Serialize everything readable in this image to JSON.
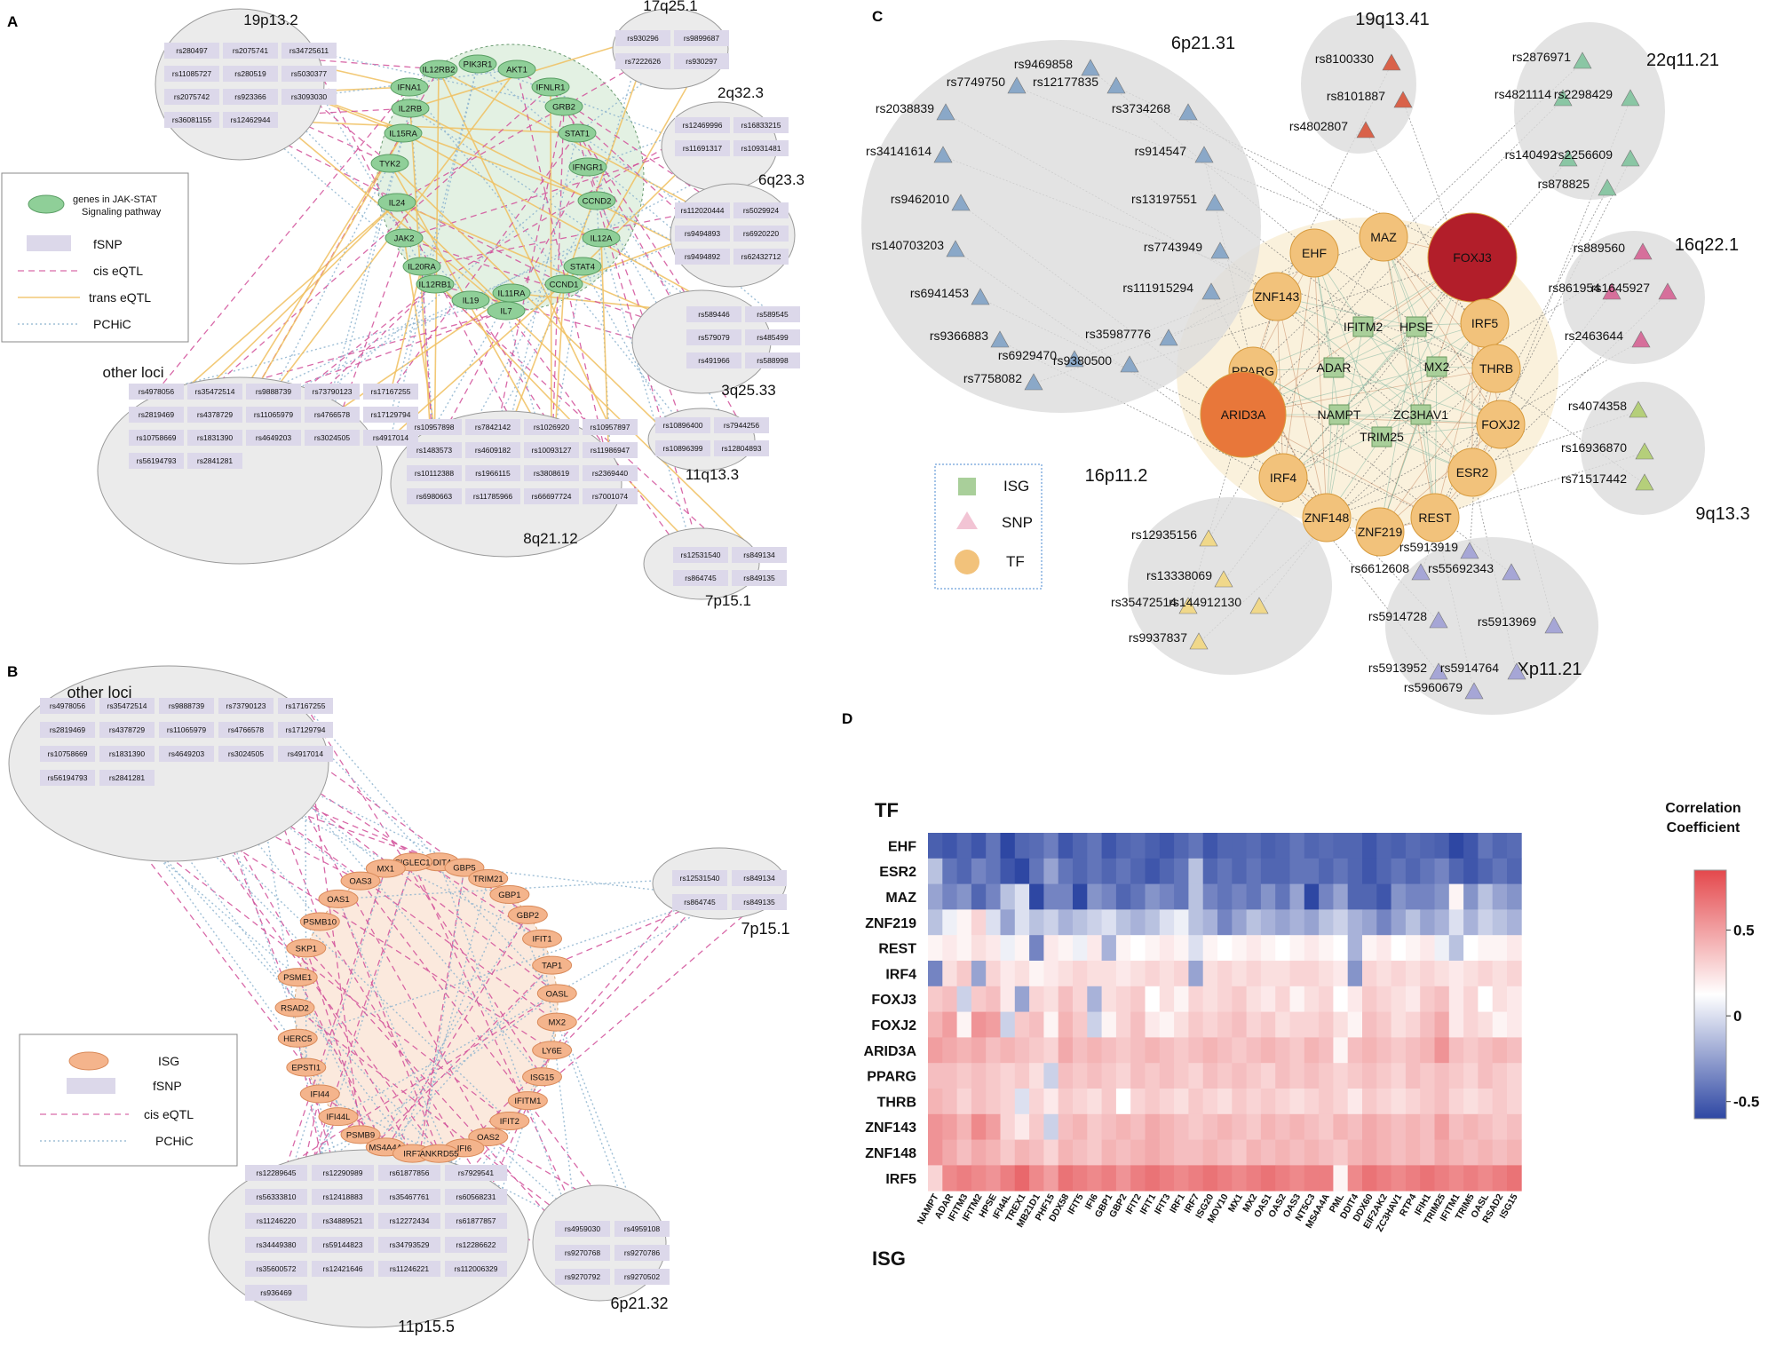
{
  "colors": {
    "jak_node": "#8fcf98",
    "jak_stroke": "#5a9e64",
    "jak_region": "#e3f1e3",
    "isg_node": "#f4b48c",
    "isg_stroke": "#d98a5a",
    "isg_region": "#fbe9dd",
    "fsnp_box": "#dcd8ea",
    "cis": "#d2509a",
    "trans": "#f0c060",
    "pchic": "#8fb5d0",
    "locus_fill": "#ebebeb",
    "locus_stroke": "#9a9a9a",
    "tf_node": "#f2c27b",
    "tf_stroke": "#d79a3c",
    "foxj3": "#b21e2a",
    "arid3a": "#e8773a",
    "isg_sq": "#a9cf9a",
    "heat_neg": "#2e47a3",
    "heat_zero": "#ffffff",
    "heat_pos": "#e4484c"
  },
  "panels": {
    "A": "A",
    "B": "B",
    "C": "C",
    "D": "D"
  },
  "panel_a": {
    "legend": {
      "jak": "genes in JAK-STAT Signaling pathway",
      "fsnp": "fSNP",
      "cis": "cis eQTL",
      "trans": "trans eQTL",
      "pchic": "PCHiC"
    },
    "genes": [
      "IL12RB2",
      "PIK3R1",
      "AKT1",
      "IFNA1",
      "IFNLR1",
      "IL2RB",
      "GRB2",
      "IL15RA",
      "STAT1",
      "TYK2",
      "IFNGR1",
      "IL24",
      "CCND2",
      "JAK2",
      "IL12A",
      "IL20RA",
      "STAT4",
      "IL12RB1",
      "CCND1",
      "IL19",
      "IL11RA",
      "IL7"
    ],
    "loci": [
      {
        "label": "19p13.2",
        "snps": [
          "rs280497",
          "rs2075741",
          "rs34725611",
          "rs11085727",
          "rs280519",
          "rs5030377",
          "rs2075742",
          "rs923366",
          "rs3093030",
          "rs36081155",
          "rs12462944"
        ]
      },
      {
        "label": "17q25.1",
        "snps": [
          "rs930296",
          "rs9899687",
          "rs7222626",
          "rs930297"
        ]
      },
      {
        "label": "2q32.3",
        "snps": [
          "rs12469996",
          "rs16833215",
          "rs11691317",
          "rs10931481"
        ]
      },
      {
        "label": "6q23.3",
        "snps": [
          "rs112020444",
          "rs5029924",
          "rs9494893",
          "rs6920220",
          "rs9494892",
          "rs62432712"
        ]
      },
      {
        "label": "3q25.33",
        "snps": [
          "rs589446",
          "rs589545",
          "rs579079",
          "rs485499",
          "rs491966",
          "rs588998"
        ]
      },
      {
        "label": "11q13.3",
        "snps": [
          "rs10896400",
          "rs7944256",
          "rs10896399",
          "rs12804893"
        ]
      },
      {
        "label": "7p15.1",
        "snps": [
          "rs12531540",
          "rs849134",
          "rs864745",
          "rs849135"
        ]
      },
      {
        "label": "8q21.12",
        "snps": [
          "rs10957898",
          "rs7842142",
          "rs1026920",
          "rs10957897",
          "rs1483573",
          "rs4609182",
          "rs10093127",
          "rs11986947",
          "rs10112388",
          "rs1966115",
          "rs3808619",
          "rs2369440",
          "rs6980663",
          "rs11785966",
          "rs66697724",
          "rs7001074"
        ]
      },
      {
        "label": "other loci",
        "snps": [
          "rs4978056",
          "rs35472514",
          "rs9888739",
          "rs73790123",
          "rs17167255",
          "rs2819469",
          "rs4378729",
          "rs11065979",
          "rs4766578",
          "rs17129794",
          "rs10758669",
          "rs1831390",
          "rs4649203",
          "rs3024505",
          "rs4917014",
          "rs56194793",
          "rs2841281"
        ]
      }
    ]
  },
  "panel_b": {
    "legend": {
      "isg": "ISG",
      "fsnp": "fSNP",
      "cis": "cis eQTL",
      "pchic": "PCHiC"
    },
    "genes": [
      "DDIT4",
      "SIGLEC1",
      "GBP5",
      "MX1",
      "TRIM21",
      "OAS3",
      "GBP1",
      "OAS1",
      "GBP2",
      "PSMB10",
      "IFIT1",
      "SKP1",
      "TAP1",
      "PSME1",
      "OASL",
      "RSAD2",
      "MX2",
      "HERC5",
      "LY6E",
      "EPSTI1",
      "ISG15",
      "IFI44",
      "IFITM1",
      "IFI44L",
      "IFIT2",
      "PSMB9",
      "OAS2",
      "MS4A4A",
      "IFI6",
      "IRF7",
      "ANKRD55"
    ],
    "loci": [
      {
        "label": "other loci",
        "snps": [
          "rs4978056",
          "rs35472514",
          "rs9888739",
          "rs73790123",
          "rs17167255",
          "rs2819469",
          "rs4378729",
          "rs11065979",
          "rs4766578",
          "rs17129794",
          "rs10758669",
          "rs1831390",
          "rs4649203",
          "rs3024505",
          "rs4917014",
          "rs56194793",
          "rs2841281"
        ]
      },
      {
        "label": "7p15.1",
        "snps": [
          "rs12531540",
          "rs849134",
          "rs864745",
          "rs849135"
        ]
      },
      {
        "label": "11p15.5",
        "snps": [
          "rs12289645",
          "rs12290989",
          "rs61877856",
          "rs7929541",
          "rs56333810",
          "rs12418883",
          "rs35467761",
          "rs60568231",
          "rs11246220",
          "rs34889521",
          "rs12272434",
          "rs61877857",
          "rs34449380",
          "rs59144823",
          "rs34793529",
          "rs12286622",
          "rs35600572",
          "rs12421646",
          "rs11246221",
          "rs112006329",
          "rs936469"
        ]
      },
      {
        "label": "6p21.32",
        "snps": [
          "rs4959030",
          "rs4959108",
          "rs9270768",
          "rs9270786",
          "rs9270792",
          "rs9270502"
        ]
      }
    ]
  },
  "panel_c": {
    "legend": {
      "isg": "ISG",
      "snp": "SNP",
      "tf": "TF"
    },
    "tfs": [
      "EHF",
      "MAZ",
      "FOXJ3",
      "ZNF143",
      "IRF5",
      "THRB",
      "PPARG",
      "ARID3A",
      "FOXJ2",
      "IRF4",
      "ESR2",
      "REST",
      "ZNF148",
      "ZNF219"
    ],
    "isgs": [
      "IFITM2",
      "HPSE",
      "ADAR",
      "MX2",
      "NAMPT",
      "ZC3HAV1",
      "TRIM25"
    ],
    "loci": [
      {
        "label": "6p21.31",
        "snps": [
          "rs9469858",
          "rs7749750",
          "rs12177835",
          "rs2038839",
          "rs3734268",
          "rs34141614",
          "rs914547",
          "rs9462010",
          "rs13197551",
          "rs140703203",
          "rs7743949",
          "rs6941453",
          "rs111915294",
          "rs9366883",
          "rs35987776",
          "rs6929470",
          "rs9380500",
          "rs7758082"
        ]
      },
      {
        "label": "19q13.41",
        "snps": [
          "rs8100330",
          "rs8101887",
          "rs4802807"
        ]
      },
      {
        "label": "22q11.21",
        "snps": [
          "rs2876971",
          "rs4821114",
          "rs2298429",
          "rs140492",
          "rs2256609",
          "rs878825"
        ]
      },
      {
        "label": "16q22.1",
        "snps": [
          "rs889560",
          "rs861954",
          "rs1645927",
          "rs2463644"
        ]
      },
      {
        "label": "9q13.3",
        "snps": [
          "rs4074358",
          "rs16936870",
          "rs71517442"
        ]
      },
      {
        "label": "16p11.2",
        "snps": [
          "rs12935156",
          "rs13338069",
          "rs35472514",
          "rs144912130",
          "rs9937837"
        ]
      },
      {
        "label": "Xp11.21",
        "snps": [
          "rs5913919",
          "rs6612608",
          "rs55692343",
          "rs5914728",
          "rs5913969",
          "rs5913952",
          "rs5914764",
          "rs5960679"
        ]
      }
    ]
  },
  "chart_data": {
    "type": "heatmap",
    "title": "",
    "ylabel": "TF",
    "xlabel": "ISG",
    "colorbar_title": "Correlation Coefficient",
    "colorbar_ticks": [
      "0.5",
      "0",
      "-0.5"
    ],
    "colorbar_tick_values": [
      0.5,
      0,
      -0.5
    ],
    "range": [
      -0.6,
      0.85
    ],
    "rows": [
      "EHF",
      "ESR2",
      "MAZ",
      "ZNF219",
      "REST",
      "IRF4",
      "FOXJ3",
      "FOXJ2",
      "ARID3A",
      "PPARG",
      "THRB",
      "ZNF143",
      "ZNF148",
      "IRF5"
    ],
    "columns": [
      "NAMPT",
      "ADAR",
      "IFITM3",
      "IFITM2",
      "HPSE",
      "IFI44L",
      "TREX1",
      "MB21D1",
      "PHF15",
      "DDX58",
      "IFIT5",
      "IFI6",
      "GBP1",
      "GBP2",
      "IFIT2",
      "IFIT1",
      "IFIT3",
      "IRF1",
      "IRF7",
      "ISG20",
      "MOV10",
      "MX1",
      "MX2",
      "OAS1",
      "OAS2",
      "OAS3",
      "NT5C3",
      "MS4A4A",
      "PML",
      "DDIT4",
      "DDX60",
      "EIF2AK2",
      "ZC3HAV1",
      "RTP4",
      "IFIH1",
      "TRIM25",
      "IFITM1",
      "TRIM5",
      "OASL",
      "RSAD2",
      "ISG15"
    ],
    "row_means": [
      -0.5,
      -0.45,
      -0.4,
      -0.15,
      -0.05,
      0.1,
      0.12,
      0.2,
      0.28,
      0.25,
      0.22,
      0.35,
      0.35,
      0.55
    ],
    "values": [
      [
        -0.52,
        -0.55,
        -0.5,
        -0.55,
        -0.45,
        -0.6,
        -0.5,
        -0.48,
        -0.42,
        -0.55,
        -0.5,
        -0.45,
        -0.55,
        -0.5,
        -0.48,
        -0.52,
        -0.55,
        -0.5,
        -0.45,
        -0.55,
        -0.5,
        -0.5,
        -0.48,
        -0.52,
        -0.5,
        -0.45,
        -0.5,
        -0.48,
        -0.5,
        -0.5,
        -0.55,
        -0.5,
        -0.52,
        -0.48,
        -0.5,
        -0.52,
        -0.6,
        -0.55,
        -0.45,
        -0.5,
        -0.48
      ],
      [
        -0.2,
        -0.45,
        -0.5,
        -0.4,
        -0.45,
        -0.55,
        -0.6,
        -0.45,
        -0.3,
        -0.45,
        -0.5,
        -0.45,
        -0.5,
        -0.45,
        -0.5,
        -0.55,
        -0.5,
        -0.45,
        -0.2,
        -0.5,
        -0.45,
        -0.5,
        -0.45,
        -0.5,
        -0.5,
        -0.45,
        -0.45,
        -0.5,
        -0.45,
        -0.5,
        -0.55,
        -0.5,
        -0.45,
        -0.5,
        -0.45,
        -0.4,
        -0.5,
        -0.55,
        -0.5,
        -0.45,
        -0.5
      ],
      [
        -0.3,
        -0.4,
        -0.35,
        -0.5,
        -0.4,
        -0.2,
        -0.1,
        -0.65,
        -0.4,
        -0.4,
        -0.6,
        -0.35,
        -0.4,
        -0.5,
        -0.45,
        -0.35,
        -0.4,
        -0.45,
        -0.2,
        -0.4,
        -0.45,
        -0.4,
        -0.45,
        -0.35,
        -0.45,
        -0.3,
        -0.6,
        -0.4,
        -0.3,
        -0.5,
        -0.5,
        -0.55,
        -0.35,
        -0.4,
        -0.4,
        -0.35,
        0.05,
        -0.35,
        -0.2,
        -0.3,
        -0.35
      ],
      [
        -0.2,
        -0.05,
        0.05,
        0.2,
        -0.1,
        -0.3,
        -0.1,
        -0.2,
        -0.15,
        -0.25,
        -0.2,
        -0.15,
        -0.1,
        -0.2,
        -0.25,
        -0.2,
        -0.1,
        -0.05,
        -0.2,
        -0.25,
        -0.4,
        -0.3,
        -0.2,
        -0.25,
        -0.3,
        -0.25,
        -0.3,
        -0.2,
        -0.15,
        -0.25,
        -0.3,
        -0.4,
        -0.3,
        -0.2,
        -0.3,
        -0.25,
        -0.1,
        -0.25,
        -0.15,
        -0.2,
        -0.25
      ],
      [
        0.05,
        0.1,
        0.05,
        0.15,
        0.1,
        -0.05,
        0.05,
        -0.4,
        0.1,
        0.05,
        -0.05,
        0.1,
        -0.25,
        0.05,
        0.0,
        0.05,
        0.1,
        0.05,
        -0.1,
        0.05,
        0.0,
        0.05,
        0.1,
        0.05,
        0.0,
        0.05,
        0.1,
        0.05,
        0.0,
        -0.25,
        0.05,
        0.1,
        0.0,
        0.05,
        0.1,
        -0.05,
        -0.2,
        0.0,
        0.05,
        0.05,
        0.1
      ],
      [
        -0.4,
        0.15,
        0.25,
        -0.3,
        0.2,
        0.1,
        0.15,
        0.05,
        0.1,
        0.15,
        0.2,
        0.15,
        0.15,
        0.1,
        0.15,
        0.2,
        0.15,
        0.2,
        -0.3,
        0.15,
        0.2,
        0.15,
        0.2,
        0.15,
        0.15,
        0.2,
        0.2,
        0.15,
        0.1,
        -0.35,
        0.2,
        0.15,
        0.2,
        0.15,
        0.2,
        0.15,
        0.1,
        0.15,
        0.2,
        0.15,
        0.2
      ],
      [
        0.25,
        0.3,
        -0.15,
        0.25,
        0.3,
        0.1,
        -0.3,
        0.2,
        0.15,
        0.3,
        0.2,
        -0.25,
        0.15,
        0.2,
        0.25,
        0.0,
        0.15,
        0.05,
        0.2,
        0.15,
        0.2,
        0.25,
        0.15,
        0.1,
        0.2,
        0.05,
        0.15,
        0.2,
        0.0,
        0.1,
        0.25,
        0.2,
        0.15,
        0.1,
        0.25,
        0.3,
        0.1,
        0.2,
        0.0,
        0.15,
        0.1
      ],
      [
        0.35,
        0.45,
        0.05,
        0.5,
        0.45,
        -0.15,
        0.25,
        0.3,
        0.05,
        0.35,
        0.25,
        -0.15,
        0.05,
        0.2,
        0.3,
        0.1,
        0.05,
        0.15,
        0.25,
        0.2,
        0.25,
        0.3,
        0.2,
        0.25,
        0.15,
        0.2,
        0.2,
        0.25,
        0.15,
        0.05,
        0.3,
        0.25,
        0.15,
        0.2,
        0.3,
        0.4,
        0.1,
        0.2,
        0.15,
        0.05,
        0.1
      ],
      [
        0.45,
        0.4,
        0.35,
        0.4,
        0.3,
        0.35,
        0.3,
        0.25,
        0.2,
        0.4,
        0.3,
        0.35,
        0.3,
        0.25,
        0.3,
        0.35,
        0.3,
        0.25,
        0.3,
        0.35,
        0.3,
        0.25,
        0.3,
        0.35,
        0.3,
        0.25,
        0.35,
        0.3,
        0.05,
        0.3,
        0.35,
        0.3,
        0.25,
        0.3,
        0.35,
        0.5,
        0.3,
        0.25,
        0.3,
        0.35,
        0.3
      ],
      [
        0.3,
        0.3,
        0.25,
        0.3,
        0.25,
        0.2,
        0.25,
        0.15,
        -0.15,
        0.3,
        0.25,
        0.3,
        0.25,
        0.2,
        0.3,
        0.25,
        0.3,
        0.25,
        0.2,
        0.3,
        0.25,
        0.3,
        0.25,
        0.2,
        0.3,
        0.25,
        0.3,
        0.25,
        0.2,
        0.25,
        0.3,
        0.25,
        0.2,
        0.3,
        0.25,
        0.3,
        0.25,
        0.2,
        0.3,
        0.25,
        0.2
      ],
      [
        0.35,
        0.3,
        0.2,
        0.3,
        0.25,
        0.2,
        -0.1,
        0.2,
        0.1,
        0.25,
        0.2,
        0.15,
        0.25,
        0.0,
        0.2,
        0.25,
        0.2,
        0.15,
        0.25,
        0.2,
        0.15,
        0.25,
        0.2,
        0.25,
        0.2,
        0.15,
        0.2,
        0.25,
        0.2,
        0.1,
        0.25,
        0.2,
        0.15,
        0.2,
        0.25,
        0.3,
        0.2,
        0.15,
        0.2,
        0.25,
        0.2
      ],
      [
        0.5,
        0.45,
        0.35,
        0.55,
        0.45,
        0.2,
        0.1,
        0.25,
        -0.15,
        0.3,
        0.35,
        0.25,
        0.3,
        0.35,
        0.3,
        0.4,
        0.35,
        0.3,
        0.25,
        0.3,
        0.35,
        0.3,
        0.25,
        0.35,
        0.3,
        0.35,
        0.3,
        0.25,
        0.35,
        0.3,
        0.4,
        0.35,
        0.3,
        0.35,
        0.3,
        0.45,
        0.3,
        0.35,
        0.3,
        0.25,
        0.3
      ],
      [
        0.5,
        0.4,
        0.3,
        0.4,
        0.35,
        0.25,
        0.35,
        0.3,
        0.2,
        0.35,
        0.3,
        0.25,
        0.35,
        0.3,
        0.35,
        0.4,
        0.35,
        0.3,
        0.3,
        0.35,
        0.3,
        0.25,
        0.35,
        0.3,
        0.35,
        0.3,
        0.35,
        0.3,
        0.25,
        0.35,
        0.4,
        0.35,
        0.3,
        0.35,
        0.3,
        0.4,
        0.35,
        0.3,
        0.35,
        0.3,
        0.35
      ],
      [
        0.2,
        0.55,
        0.6,
        0.55,
        0.5,
        0.6,
        0.7,
        0.55,
        0.45,
        0.65,
        0.6,
        0.55,
        0.6,
        0.5,
        0.6,
        0.65,
        0.6,
        0.55,
        0.6,
        0.65,
        0.6,
        0.55,
        0.6,
        0.65,
        0.6,
        0.55,
        0.6,
        0.6,
        0.05,
        0.55,
        0.65,
        0.6,
        0.55,
        0.6,
        0.65,
        0.6,
        0.55,
        0.6,
        0.55,
        0.6,
        0.65
      ]
    ]
  }
}
